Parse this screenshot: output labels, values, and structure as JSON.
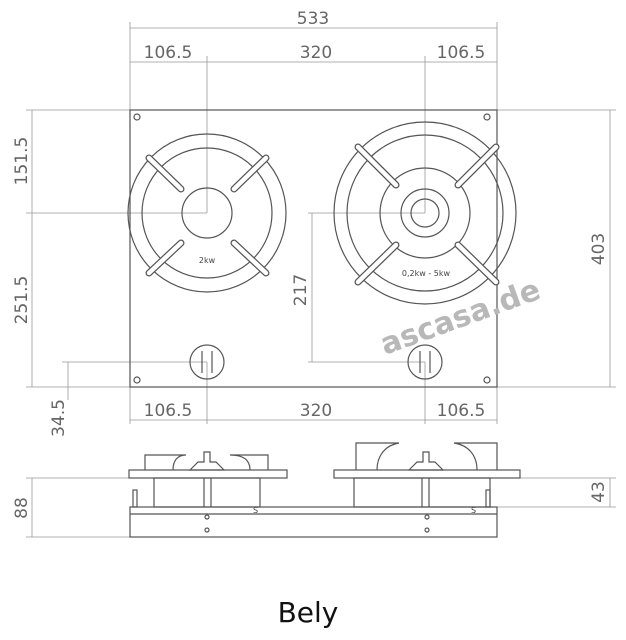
{
  "title": "Bely",
  "watermark": "ascasa.de",
  "burners": {
    "left_power": "2kw",
    "right_power": "0,2kw - 5kw"
  },
  "dimensions": {
    "total_width": "533",
    "top_left_offset": "106.5",
    "top_center_spacing": "320",
    "top_right_offset": "106.5",
    "left_top_height": "151.5",
    "left_bottom_height": "251.5",
    "knob_offset": "34.5",
    "total_depth": "403",
    "burner_to_knob": "217",
    "bottom_left_offset": "106.5",
    "bottom_center_spacing": "320",
    "bottom_right_offset": "106.5",
    "total_height": "88",
    "built_in_height": "43"
  },
  "colors": {
    "line": "#555555",
    "watermark": "#b8b8b8"
  }
}
